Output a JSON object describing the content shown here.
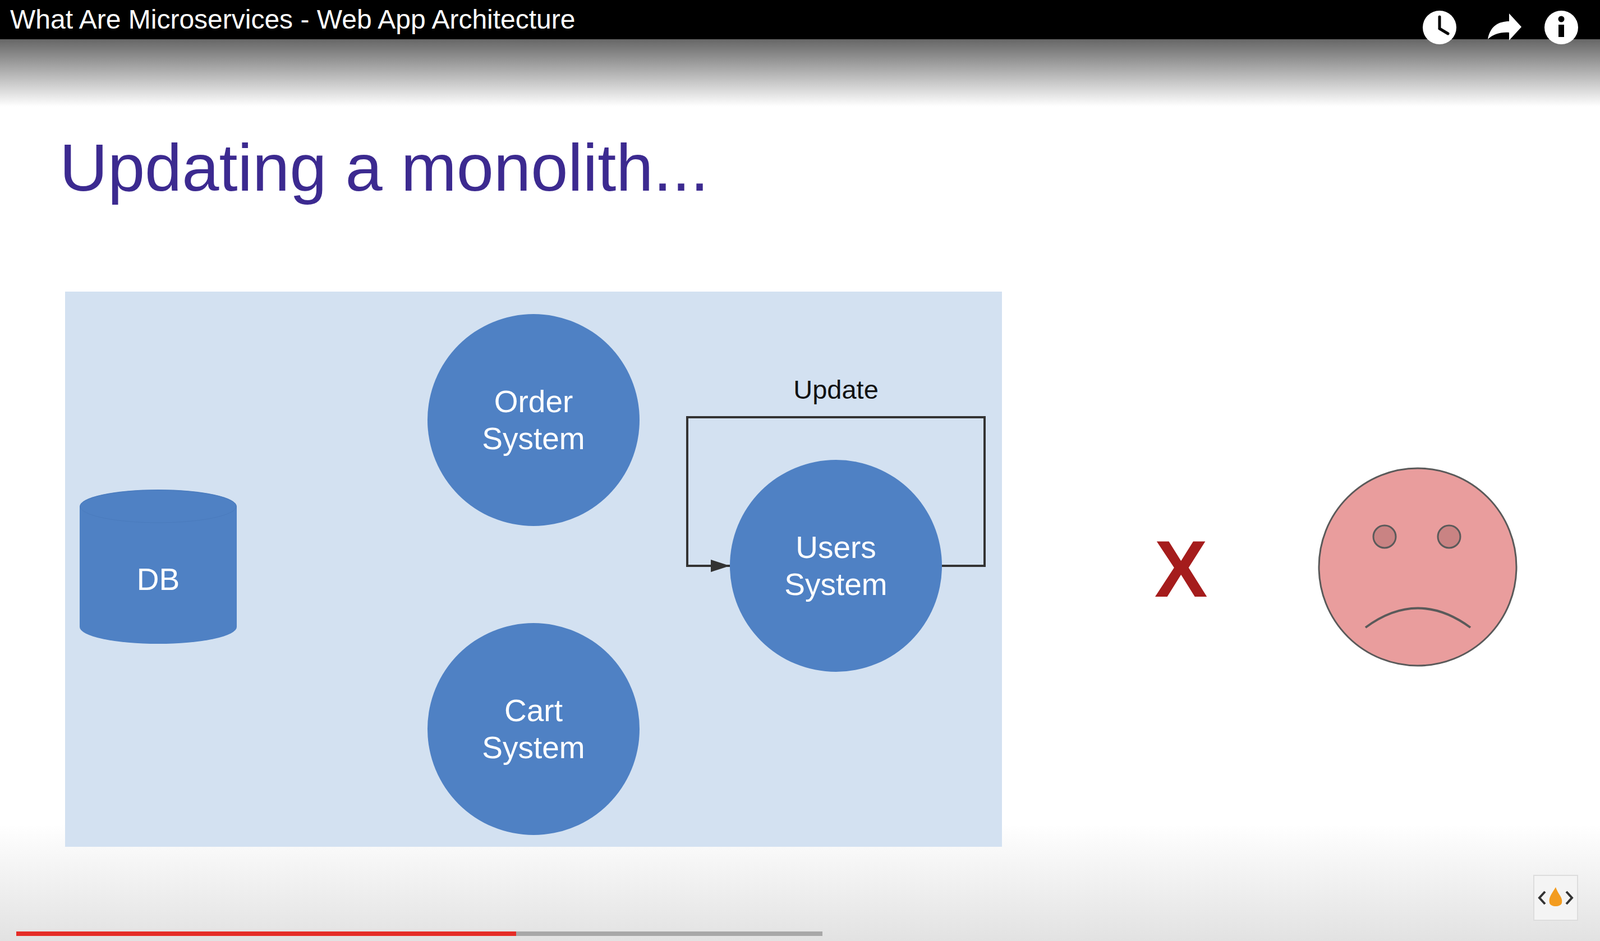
{
  "diagram": {
    "title": "Updating a monolith...",
    "nodes": [
      {
        "text": [
          "Order System"
        ]
      },
      {
        "text": [
          "DB"
        ]
      },
      {
        "text": [
          "Users System"
        ]
      },
      {
        "text": [
          "Cart System"
        ]
      }
    ],
    "edges": [
      {
        "from": 2,
        "to": 2,
        "arrow": "to",
        "label": "Update"
      }
    ],
    "labels": [
      "What Are Microservices - Web App Architecture",
      "X"
    ]
  }
}
